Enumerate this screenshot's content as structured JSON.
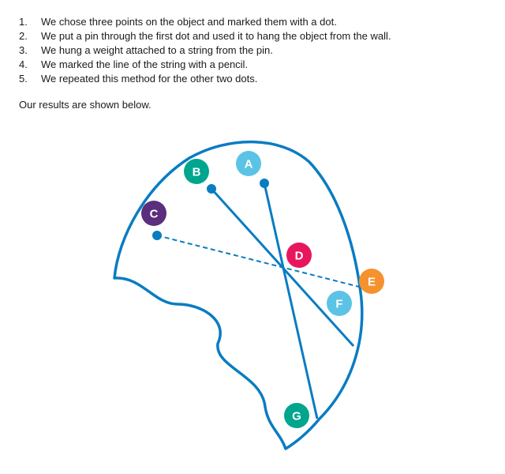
{
  "steps": [
    {
      "num": "1.",
      "text": "We chose three points on the object and marked them with a dot."
    },
    {
      "num": "2.",
      "text": "We put a pin through the first dot and used it to hang the object from the wall."
    },
    {
      "num": "3.",
      "text": "We hung a weight attached to a string from the pin."
    },
    {
      "num": "4.",
      "text": "We marked the line of the string with a pencil."
    },
    {
      "num": "5.",
      "text": "We repeated this method for the other two dots."
    }
  ],
  "results_text": "Our results are shown below.",
  "diagram": {
    "labels": {
      "A": "A",
      "B": "B",
      "C": "C",
      "D": "D",
      "E": "E",
      "F": "F",
      "G": "G"
    },
    "colors": {
      "outline": "#0a7cc2",
      "A": "#5bc3e6",
      "B": "#00a58e",
      "C": "#5b2e7e",
      "D": "#e8175d",
      "E": "#f5922f",
      "F": "#5bc3e6",
      "G": "#00a58e"
    }
  }
}
